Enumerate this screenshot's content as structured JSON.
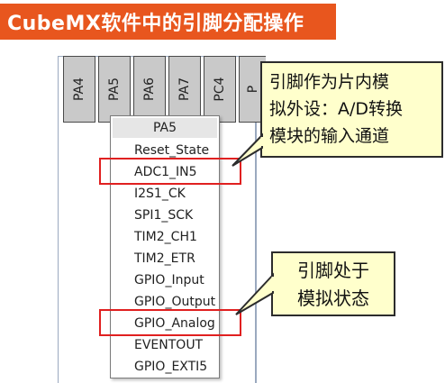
{
  "title": "CubeMX软件中的引脚分配操作",
  "pins": [
    "PA4",
    "PA5",
    "PA6",
    "PA7",
    "PC4",
    "P"
  ],
  "menu": {
    "header": "PA5",
    "items": [
      "Reset_State",
      "ADC1_IN5",
      "I2S1_CK",
      "SPI1_SCK",
      "TIM2_CH1",
      "TIM2_ETR",
      "GPIO_Input",
      "GPIO_Output",
      "GPIO_Analog",
      "EVENTOUT",
      "GPIO_EXTI5"
    ]
  },
  "callouts": {
    "top": [
      "引脚作为片内模",
      "拟外设：A/D转换",
      "模块的输入通道"
    ],
    "bottom": [
      "引脚处于",
      "模拟状态"
    ]
  },
  "colors": {
    "title_bg": "#e8561e",
    "highlight": "#e02020",
    "callout_bg": "#ffffcc"
  }
}
